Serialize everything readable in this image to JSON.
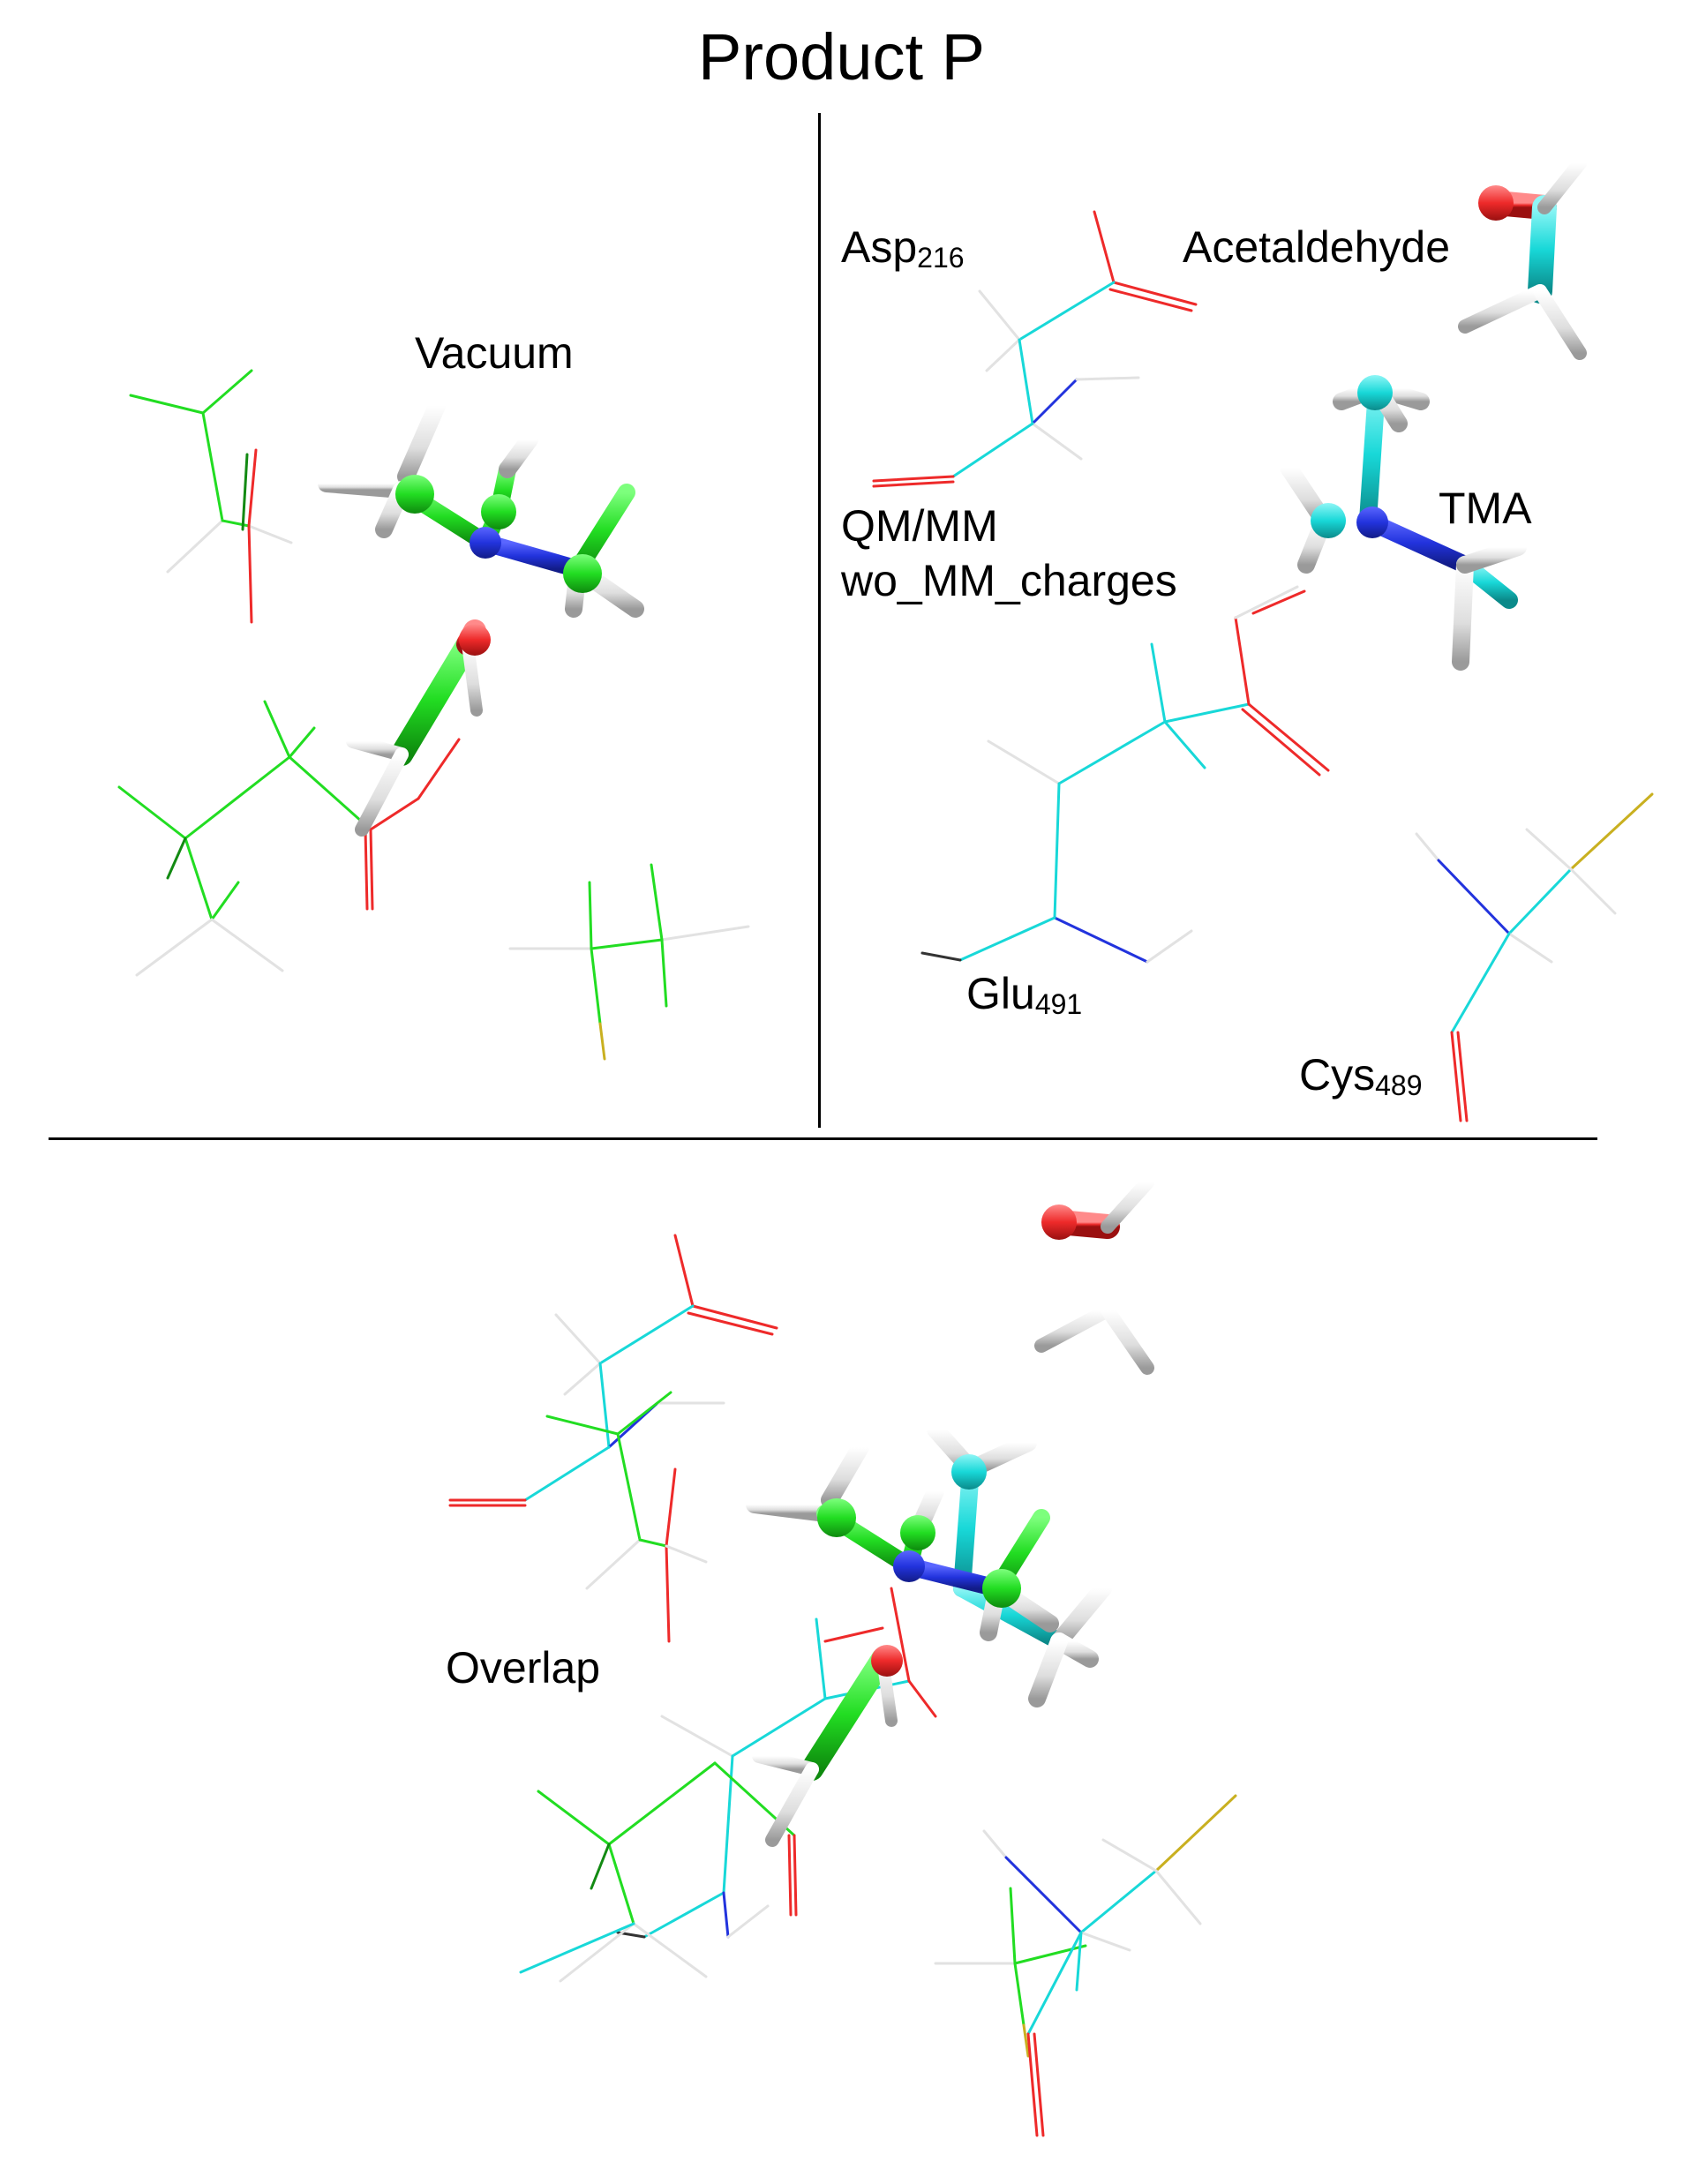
{
  "title": "Product P",
  "panels": {
    "vacuum": {
      "label": "Vacuum"
    },
    "qmmm": {
      "label_line1": "QM/MM",
      "label_line2": "wo_MM_charges"
    },
    "overlap": {
      "label": "Overlap"
    }
  },
  "residue_labels": {
    "asp": {
      "name": "Asp",
      "number": "216"
    },
    "glu": {
      "name": "Glu",
      "number": "491"
    },
    "cys": {
      "name": "Cys",
      "number": "489"
    }
  },
  "molecule_labels": {
    "acetaldehyde": "Acetaldehyde",
    "tma": "TMA"
  },
  "colors": {
    "vacuum_carbon": "#22dd22",
    "vacuum_carbon_dark": "#138a13",
    "qmmm_carbon": "#18d8d8",
    "qmmm_carbon_dark": "#0e8f8f",
    "oxygen": "#ee2a2a",
    "nitrogen": "#2233dd",
    "hydrogen": "#e2e2e2",
    "sulfur": "#c9b020",
    "background": "#ffffff"
  }
}
